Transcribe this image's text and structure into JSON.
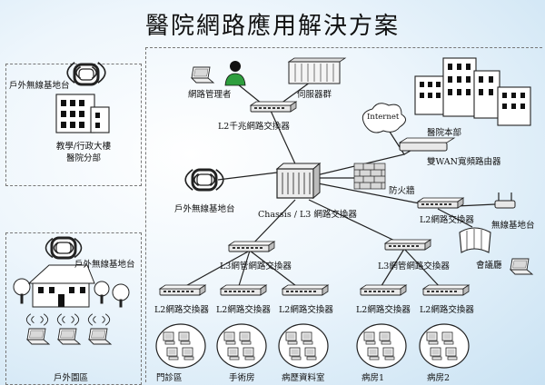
{
  "title": "醫院網路應用解決方案",
  "labels": {
    "network_admin": "網路管理者",
    "server_group": "伺服器群",
    "l2_gigabit_switch": "L2千兆網路交換器",
    "internet": "Internet",
    "hospital_hq": "醫院本部",
    "dual_wan_router": "雙WAN寬頻路由器",
    "firewall": "防火牆",
    "outdoor_ap_admin": "戶外無線基地台",
    "admin_building": "教學/行政大樓",
    "hospital_branch": "醫院分部",
    "outdoor_ap_center": "戶外無線基地台",
    "chassis_switch": "Chassis / L3 網路交換器",
    "l2_switch_right": "L2網路交換器",
    "wireless_ap": "無線基地台",
    "meeting_room": "會議廳",
    "outdoor_ap_garden": "戶外無線基地台",
    "outdoor_garden": "戶外園區",
    "l3_managed_switch_left": "L3網管網路交換器",
    "l3_managed_switch_right": "L3網管網路交換器",
    "l2_switch_outpatient": "L2網路交換器",
    "l2_switch_surgery": "L2網路交換器",
    "l2_switch_records": "L2網路交換器",
    "l2_switch_ward1": "L2網路交換器",
    "l2_switch_ward2": "L2網路交換器",
    "outpatient": "門診區",
    "surgery": "手術房",
    "medical_records": "病歷資料室",
    "ward1": "病房1",
    "ward2": "病房2"
  },
  "colors": {
    "switch_body": "#e8e8e8",
    "line": "#222222",
    "admin_shirt": "#2e9e3e",
    "region_border": "#777777"
  }
}
